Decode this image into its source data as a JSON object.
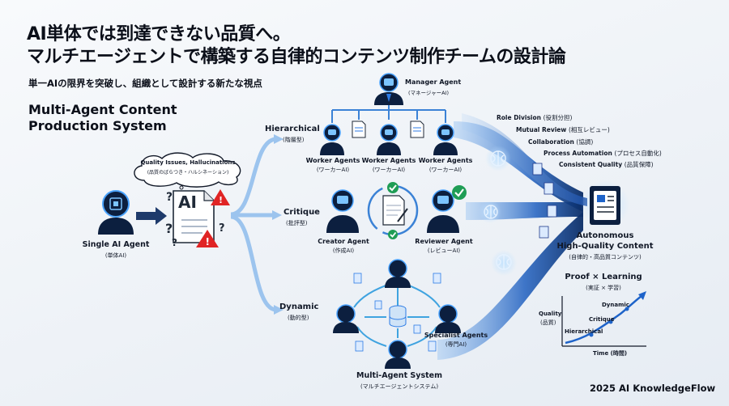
{
  "header": {
    "title_line1": "AI単体では到達できない品質へ。",
    "title_line2": "マルチエージェントで構築する自律的コンテンツ制作チームの設計論",
    "subtitle": "単一AIの限界を突破し、組織として設計する新たな視点"
  },
  "system_name": {
    "line1": "Multi-Agent Content",
    "line2": "Production System"
  },
  "single_agent": {
    "label": "Single AI Agent",
    "label_ja": "(単体AI)",
    "doc_text": "AI",
    "cloud_line1": "Quality Issues, Hallucinations",
    "cloud_line2": "(品質のばらつき・ハルシネーション)"
  },
  "modes": [
    {
      "label": "Hierarchical",
      "label_ja": "(階層型)"
    },
    {
      "label": "Critique",
      "label_ja": "(批評型)"
    },
    {
      "label": "Dynamic",
      "label_ja": "(動的型)"
    }
  ],
  "hierarchical": {
    "manager_label": "Manager Agent",
    "manager_label_ja": "(マネージャーAI)",
    "workers": [
      {
        "label": "Worker Agents",
        "label_ja": "(ワーカーAI)"
      },
      {
        "label": "Worker Agents",
        "label_ja": "(ワーカーAI)"
      },
      {
        "label": "Worker Agents",
        "label_ja": "(ワーカーAI)"
      }
    ]
  },
  "critique": {
    "creator_label": "Creator Agent",
    "creator_label_ja": "(作成AI)",
    "reviewer_label": "Reviewer Agent",
    "reviewer_label_ja": "(レビューAI)"
  },
  "dynamic": {
    "specialist_label": "Specialist Agents",
    "specialist_label_ja": "(専門AI)",
    "system_label": "Multi-Agent System",
    "system_label_ja": "(マルチエージェントシステム)"
  },
  "benefits": [
    {
      "label": "Role Division",
      "label_ja": "(役割分担)"
    },
    {
      "label": "Mutual Review",
      "label_ja": "(相互レビュー)"
    },
    {
      "label": "Collaboration",
      "label_ja": "(協調)"
    },
    {
      "label": "Process Automation",
      "label_ja": "(プロセス自動化)"
    },
    {
      "label": "Consistent Quality",
      "label_ja": "(品質保障)"
    }
  ],
  "output": {
    "line1": "Autonomous",
    "line2": "High-Quality Content",
    "label_ja": "(自律的・高品質コンテンツ)"
  },
  "graph": {
    "title": "Proof × Learning",
    "title_ja": "(実証 × 学習)",
    "y_label": "Quality",
    "y_label_ja": "(品質)",
    "x_label": "Time (時間)",
    "points": [
      {
        "label": "Hierarchical"
      },
      {
        "label": "Critique"
      },
      {
        "label": "Dynamic"
      }
    ]
  },
  "footer": {
    "brand": "2025 AI KnowledgeFlow"
  },
  "colors": {
    "agent_dark": "#0c1f3f",
    "agent_accent": "#2c7be5",
    "flow": "#1e63c9",
    "alert": "#e02424",
    "check": "#1f9d55"
  }
}
